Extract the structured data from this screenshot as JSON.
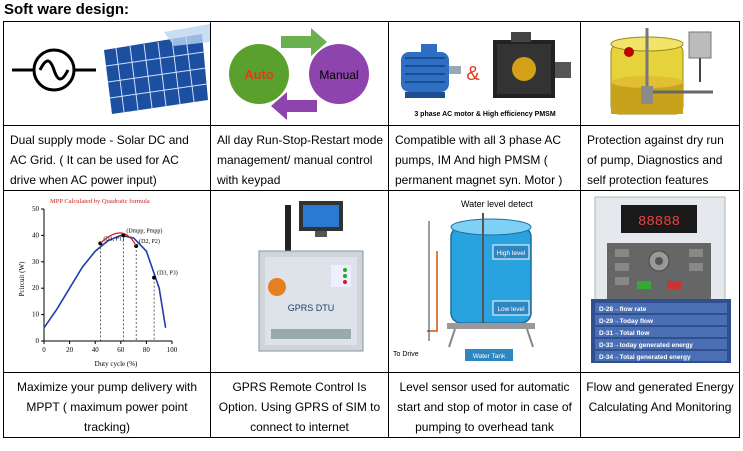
{
  "title": "Soft ware design:",
  "row1": {
    "captions": [
      "Dual supply mode - Solar DC and AC Grid. ( It can be used for AC drive when AC power input)",
      "All day Run-Stop-Restart mode management/ manual control with keypad",
      "Compatible with all 3 phase AC pumps, IM And high PMSM ( permanent magnet syn. Motor )",
      "Protection against dry run of pump, Diagnostics and self protection features"
    ],
    "auto_label": "Auto",
    "manual_label": "Manual",
    "ampersand": "&",
    "motor_caption": "3 phase AC motor & High efficiency PMSM"
  },
  "row2": {
    "captions": [
      "Maximize your pump delivery with MPPT ( maximum power point tracking)",
      "GPRS Remote Control Is Option. Using GPRS of SIM to connect to internet",
      "Level sensor used for automatic start and stop of motor in case of pumping to overhead tank",
      "Flow and generated Energy Calculating And Monitoring"
    ],
    "mppt_annotation": "MPP Calculated by Quadratic formula",
    "gprs_label": "GPRS DTU",
    "water_level_title": "Water level detect",
    "high_level": "High level",
    "low_level": "Low level",
    "to_drive": "To Drive",
    "water_tank": "Water Tank",
    "display_items": [
      "D-28→flow rate",
      "D-29→Today flow",
      "D-31→Total flow",
      "D-33→today generated energy",
      "D-34→Total generated energy"
    ],
    "display_readout": "88888"
  },
  "chart_data": {
    "type": "line",
    "title": "",
    "xlabel": "Duty cycle (%)",
    "ylabel": "Pcircuit (W)",
    "xlim": [
      0,
      100
    ],
    "ylim": [
      0,
      50
    ],
    "x_ticks": [
      0,
      20,
      40,
      60,
      80,
      100
    ],
    "y_ticks": [
      0,
      10,
      20,
      30,
      40,
      50
    ],
    "series": [
      {
        "x": [
          0,
          10,
          20,
          30,
          40,
          50,
          60,
          70,
          80,
          90,
          95
        ],
        "y": [
          5,
          12,
          20,
          28,
          34,
          38,
          40,
          39,
          34,
          20,
          5
        ]
      }
    ],
    "points": [
      {
        "label": "(D1, P1)",
        "x": 44,
        "y": 37
      },
      {
        "label": "(Dmpp, Pmpp)",
        "x": 62,
        "y": 40
      },
      {
        "label": "(D2, P2)",
        "x": 72,
        "y": 36
      },
      {
        "label": "(D3, P3)",
        "x": 86,
        "y": 24
      }
    ]
  },
  "colors": {
    "auto_green": "#5aa02c",
    "manual_purple": "#8e44ad",
    "arrow_green": "#6ab04c",
    "ampersand_red": "#e03a1e",
    "tank_blue": "#2e86c1",
    "chart_red": "#cc1f1f",
    "chart_blue": "#1f3fa8"
  }
}
